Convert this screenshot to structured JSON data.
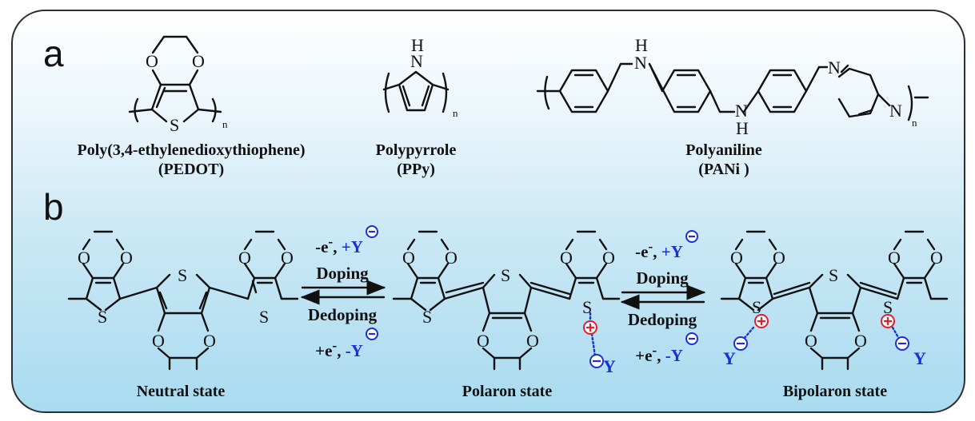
{
  "panel_labels": {
    "a": "a",
    "b": "b"
  },
  "polymers": [
    {
      "name": "Poly(3,4-ethylenedioxythiophene)",
      "abbr": "(PEDOT)"
    },
    {
      "name": "Polypyrrole",
      "abbr": "(PPy)"
    },
    {
      "name": "Polyaniline",
      "abbr": "(PANi )"
    }
  ],
  "states": {
    "neutral": "Neutral state",
    "polaron": "Polaron state",
    "bipolaron": "Bipolaron state"
  },
  "transitions": {
    "doping": "Doping",
    "dedoping": "Dedoping",
    "oxidation_electron": "-e",
    "reduction_electron": "+e",
    "anion_add": "+Y",
    "anion_remove": "-Y"
  },
  "atoms": {
    "O": "O",
    "S": "S",
    "N": "N",
    "H": "H",
    "Y": "Y",
    "n": "n"
  },
  "colors": {
    "counter_ion": "#1b2fd6",
    "positive_charge": "#e0202a",
    "frame": "#2f2f2f"
  }
}
